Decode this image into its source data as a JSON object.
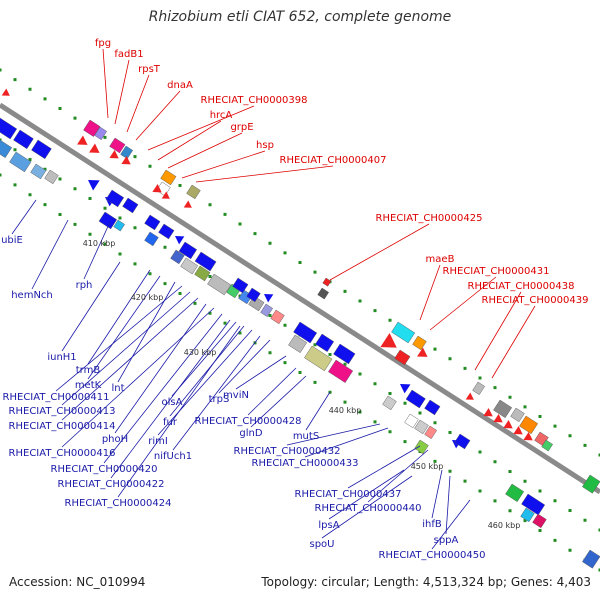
{
  "title": "Rhizobium etli CIAT 652, complete genome",
  "footer": {
    "accession": "Accession: NC_010994",
    "summary": "Topology: circular; Length: 4,513,324 bp; Genes: 4,403"
  },
  "colors": {
    "backbone": "#8a8a8a",
    "plus_strand_label": "#dd0000",
    "minus_strand_label": "#1a1aa8",
    "tick_dots": "#228b22"
  },
  "ticks": [
    "410 kbp",
    "420 kbp",
    "430 kbp",
    "440 kbp",
    "450 kbp",
    "460 kbp"
  ],
  "labels_top": [
    "fpg",
    "fadB1",
    "rpsT",
    "dnaA",
    "RHECIAT_CH0000398",
    "hrcA",
    "grpE",
    "hsp",
    "RHECIAT_CH0000407",
    "RHECIAT_CH0000425",
    "maeB",
    "RHECIAT_CH0000431",
    "RHECIAT_CH0000438",
    "RHECIAT_CH0000439"
  ],
  "labels_bottom": [
    "ubiE",
    "hemNch",
    "rph",
    "iunH1",
    "trmB",
    "metK",
    "lnt",
    "RHECIAT_CH0000411",
    "RHECIAT_CH0000413",
    "RHECIAT_CH0000414",
    "phoH",
    "RHECIAT_CH0000416",
    "RHECIAT_CH0000420",
    "RHECIAT_CH0000422",
    "RHECIAT_CH0000424",
    "olsA",
    "fur",
    "rimI",
    "nifUch1",
    "trpS",
    "mviN",
    "RHECIAT_CH0000428",
    "glnD",
    "mutS",
    "RHECIAT_CH0000432",
    "RHECIAT_CH0000433",
    "RHECIAT_CH0000437",
    "RHECIAT_CH0000440",
    "lpsA",
    "spoU",
    "ihfB",
    "sppA",
    "RHECIAT_CH0000450"
  ]
}
